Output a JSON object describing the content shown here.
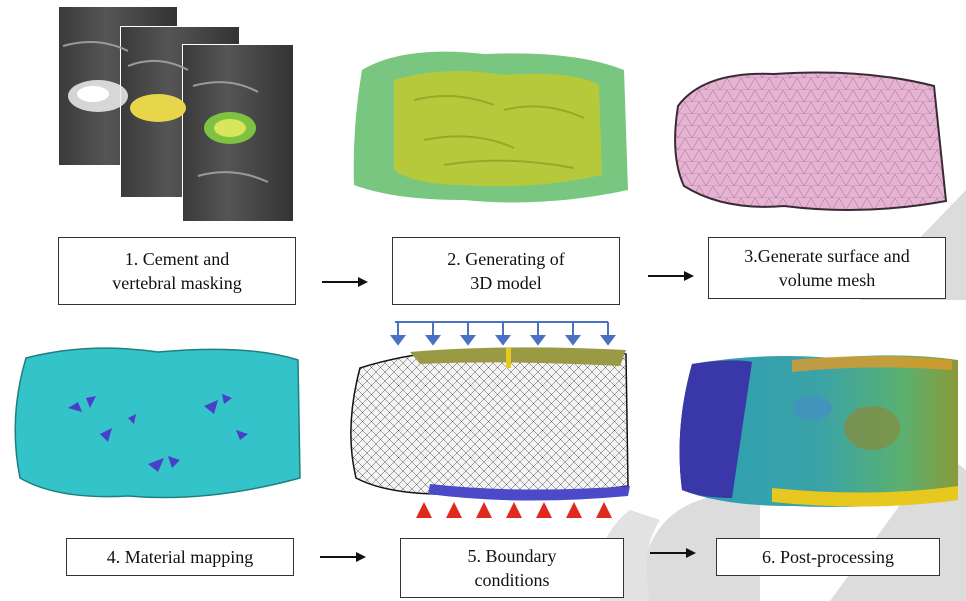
{
  "steps": {
    "step1": {
      "line1": "1. Cement and",
      "line2": "vertebral masking"
    },
    "step2": {
      "line1": "2. Generating of",
      "line2": "3D model"
    },
    "step3": {
      "line1": "3.Generate surface and",
      "line2": "volume mesh"
    },
    "step4": {
      "line1": "4. Material mapping"
    },
    "step5": {
      "line1": "5. Boundary",
      "line2": "conditions"
    },
    "step6": {
      "line1": "6. Post-processing"
    }
  },
  "colors": {
    "ct_cement_white": "#f0f0f0",
    "ct_cement_yellow": "#e8d64a",
    "ct_cement_green": "#7dc242",
    "model_outer_green": "#3fae49",
    "model_inner_yellow": "#b6c93a",
    "mesh_pink": "#e7b3d3",
    "material_cyan": "#33c3c9",
    "material_purple": "#4b3fc9",
    "load_arrow_blue": "#4a72c4",
    "support_red": "#e02a1e",
    "watermark_grey": "#d9d9d9"
  },
  "icons": {
    "flow_arrow": "right-arrow-icon",
    "load": "down-arrow-icon",
    "support": "triangle-support-icon"
  }
}
